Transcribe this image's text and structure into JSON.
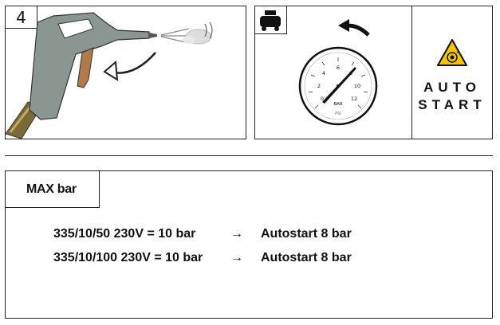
{
  "step": {
    "number": "4"
  },
  "gauge": {
    "unit_bar": "BAR",
    "unit_psi": "PSI",
    "ticks": [
      "0",
      "2",
      "4",
      "6",
      "8",
      "10",
      "12"
    ]
  },
  "autostart": {
    "line1": "AUTO",
    "line2": "START"
  },
  "max": {
    "title": "MAX bar",
    "rows": [
      {
        "model": "335/10/50 230V = 10 bar",
        "arrow": "→",
        "autostart": "Autostart 8 bar"
      },
      {
        "model": "335/10/100 230V = 10 bar",
        "arrow": "→",
        "autostart": "Autostart 8 bar"
      }
    ]
  },
  "colors": {
    "warning": "#f5c400",
    "gun": "#8a9690"
  }
}
